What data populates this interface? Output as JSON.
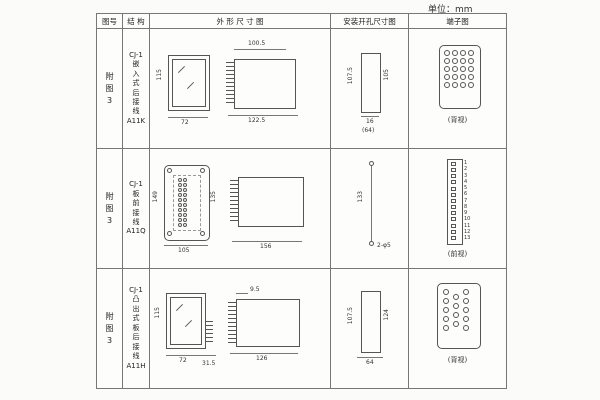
{
  "unit": "单位：mm",
  "headers": {
    "fig": "图号",
    "structure": "结 构",
    "outline": "外 形 尺 寸 图",
    "mount": "安装开孔尺寸图",
    "terminal": "端子图"
  },
  "rows": [
    {
      "fig": "附\n图\n3",
      "structure": "CJ-1\n嵌\n入\n式\n后\n接\n线\nA11K",
      "outline": {
        "left": "115",
        "bottom": "72",
        "top2": "100.5",
        "bottom2": "122.5"
      },
      "mount": {
        "left": "107.5",
        "right": "105",
        "bottom_small": "16",
        "bottom": "(64)"
      },
      "terminal": {
        "view": "(背视)"
      }
    },
    {
      "fig": "附\n图\n3",
      "structure": "CJ-1\n板\n前\n接\n线\nA11Q",
      "outline": {
        "left": "149",
        "inner": "135",
        "bottom": "105",
        "bottom2": "156"
      },
      "mount": {
        "left": "133",
        "hole": "2-φ5"
      },
      "terminal": {
        "view": "(前视)",
        "numbers": [
          "1",
          "2",
          "3",
          "4",
          "5",
          "6",
          "7",
          "8",
          "9",
          "10",
          "11",
          "12",
          "13"
        ]
      }
    },
    {
      "fig": "附\n图\n3",
      "structure": "CJ-1\n凸\n出\n式\n板\n后\n接\n线\nA11H",
      "outline": {
        "left": "115",
        "bottom": "72",
        "bottom_small": "31.5",
        "top2": "9.5",
        "bottom2": "126"
      },
      "mount": {
        "left": "107.5",
        "right": "124",
        "bottom": "64"
      },
      "terminal": {
        "view": "(背视)"
      }
    }
  ]
}
